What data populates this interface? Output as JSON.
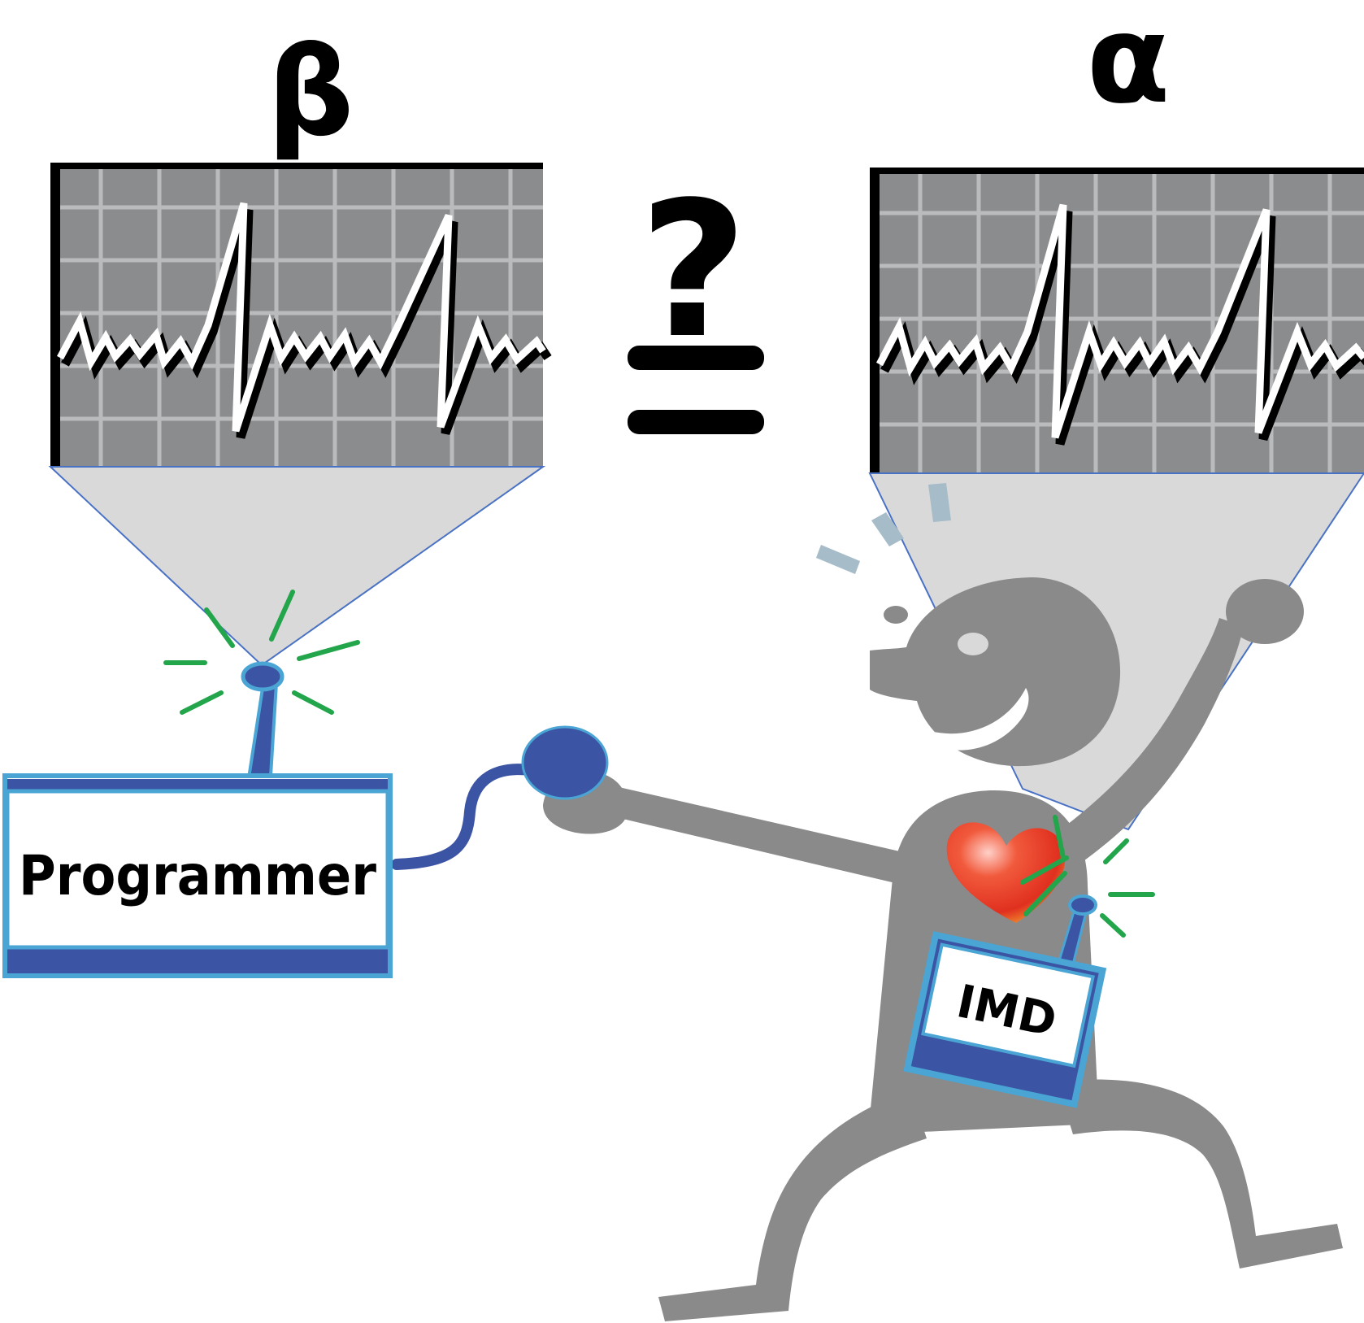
{
  "labels": {
    "beta": "β",
    "alpha": "α",
    "question": "?",
    "programmer": "Programmer",
    "imd": "IMD"
  },
  "icons": [
    "ecg-monitor-icon",
    "antenna-icon",
    "heart-icon",
    "person-icon",
    "wand-icon"
  ],
  "colors": {
    "screen": "#8a8c8e",
    "grid": "#b9bbbd",
    "beam": "#d9d9d9",
    "person": "#8a8a8a",
    "device_blue": "#3b54a4",
    "device_light_blue": "#4aa5d4",
    "signal_green": "#22a54b",
    "heart": "#e5392a"
  }
}
